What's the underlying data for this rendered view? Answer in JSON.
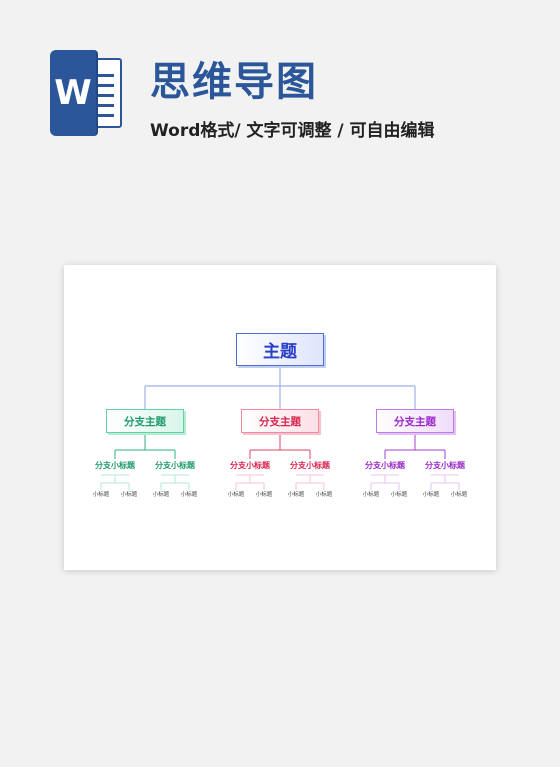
{
  "header": {
    "logo_letter": "W",
    "title": "思维导图",
    "subtitle": "Word格式/ 文字可调整 / 可自由编辑"
  },
  "mindmap": {
    "root": "主题",
    "branches": [
      {
        "label": "分支主题",
        "color": "#1f9a6a",
        "children": [
          {
            "label": "分支小标题",
            "leaves": [
              "小标题",
              "小标题"
            ]
          },
          {
            "label": "分支小标题",
            "leaves": [
              "小标题",
              "小标题"
            ]
          }
        ]
      },
      {
        "label": "分支主题",
        "color": "#d8244e",
        "children": [
          {
            "label": "分支小标题",
            "leaves": [
              "小标题",
              "小标题"
            ]
          },
          {
            "label": "分支小标题",
            "leaves": [
              "小标题",
              "小标题"
            ]
          }
        ]
      },
      {
        "label": "分支主题",
        "color": "#9a28c8",
        "children": [
          {
            "label": "分支小标题",
            "leaves": [
              "小标题",
              "小标题"
            ]
          },
          {
            "label": "分支小标题",
            "leaves": [
              "小标题",
              "小标题"
            ]
          }
        ]
      }
    ]
  },
  "colors": {
    "brand": "#2b579a",
    "root_border": "#4f6fd0",
    "root_line": "#9fb1e8"
  }
}
